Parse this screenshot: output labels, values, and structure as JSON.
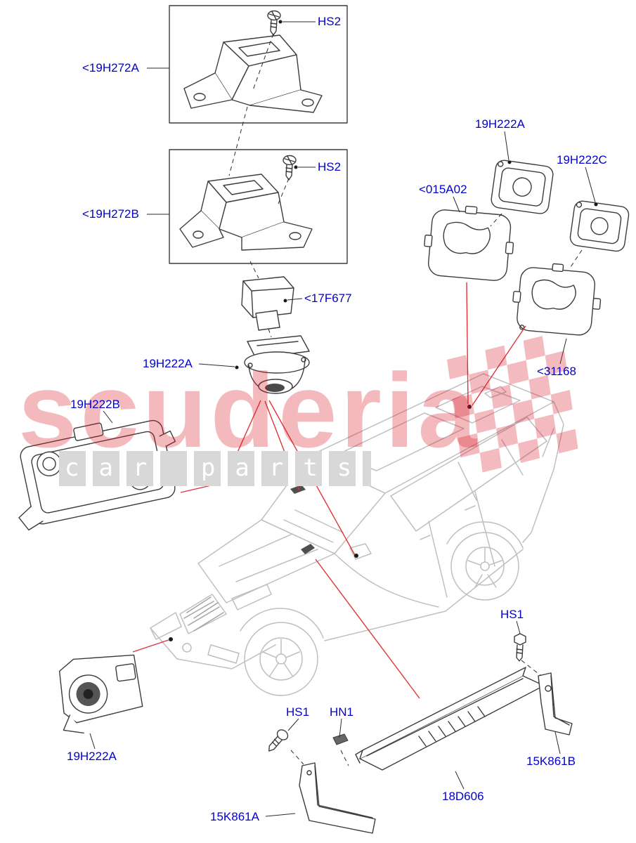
{
  "watermark": {
    "brand": "scuderia",
    "sub": "car parts"
  },
  "labels": {
    "hs2_top": "HS2",
    "part_19h272a": "<19H272A",
    "hs2_mid": "HS2",
    "part_19h272b": "<19H272B",
    "part_17f677": "<17F677",
    "part_19h222a_center": "19H222A",
    "part_19h222b": "19H222B",
    "part_19h222a_right": "19H222A",
    "part_19h222c": "19H222C",
    "part_015a02": "<015A02",
    "part_31168": "<31168",
    "hs1_right": "HS1",
    "hs1_bottom": "HS1",
    "hn1": "HN1",
    "part_19h222a_bottom": "19H222A",
    "part_15k861a": "15K861A",
    "part_18d606": "18D606",
    "part_15k861b": "15K861B"
  },
  "colors": {
    "label_blue": "#0202cf",
    "leader_red": "#e03438",
    "watermark_red": "#d81826",
    "drawing_dark": "#3c3c3c",
    "vehicle_gray": "#bfbfbf"
  }
}
